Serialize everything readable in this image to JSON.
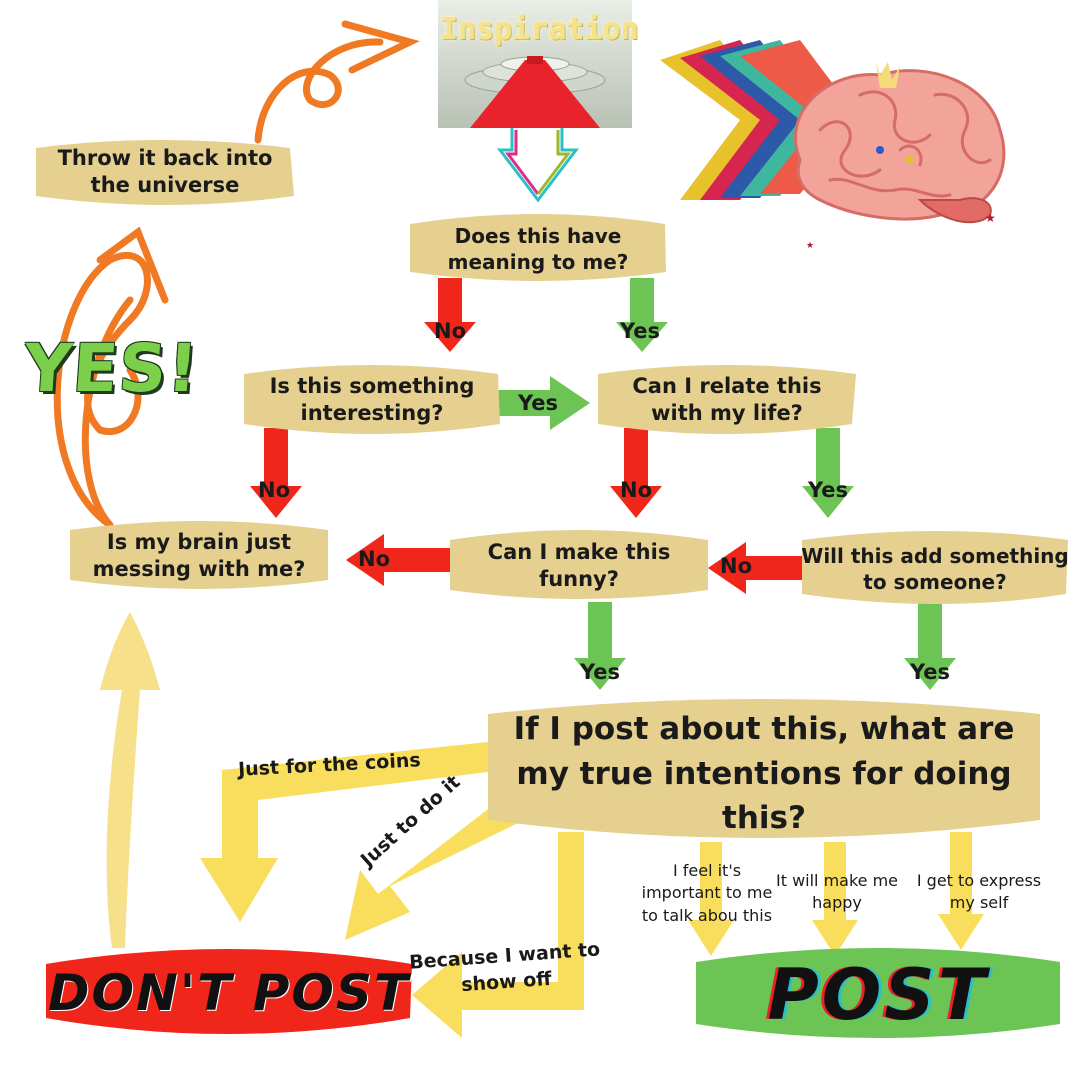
{
  "title": "Inspiration",
  "yes_shout": "YES!",
  "colors": {
    "box_fill": "#e6d08f",
    "no_arrow": "#f0261b",
    "yes_arrow": "#6cc454",
    "intent_arrow": "#f9dd5c",
    "dont_post": "#f0261b",
    "post": "#6cc454",
    "cycle_arrow": "#f07a24"
  },
  "icons": [
    "podium-image",
    "brain-image",
    "rainbow-stripes"
  ],
  "nodes": {
    "throw_back": [
      "Throw it back into",
      "the universe"
    ],
    "meaning": [
      "Does this have",
      "meaning to me?"
    ],
    "interesting": [
      "Is this something",
      "interesting?"
    ],
    "relate": [
      "Can I relate this",
      "with my life?"
    ],
    "brain_messing": [
      "Is my brain just",
      "messing with me?"
    ],
    "funny": [
      "Can I make this",
      "funny?"
    ],
    "add_something": [
      "Will this add something",
      "to someone?"
    ],
    "intentions": [
      "If I post about this, what are",
      "my true intentions for doing",
      "this?"
    ],
    "dont_post": "DON'T POST",
    "post": "POST"
  },
  "edge_labels": {
    "meaning_no": "No",
    "meaning_yes": "Yes",
    "interesting_yes": "Yes",
    "interesting_no": "No",
    "relate_no": "No",
    "relate_yes": "Yes",
    "funny_no": "No",
    "add_no": "No",
    "funny_yes": "Yes",
    "add_yes": "Yes"
  },
  "intent_reasons": {
    "coins": "Just for the coins",
    "just_do": "Just to do it",
    "show_off": [
      "Because I want to",
      "show off"
    ],
    "important": [
      "I feel it's",
      "important to me",
      "to talk abou this"
    ],
    "happy": [
      "It will make me",
      "happy"
    ],
    "express": [
      "I get to express",
      "my self"
    ]
  }
}
